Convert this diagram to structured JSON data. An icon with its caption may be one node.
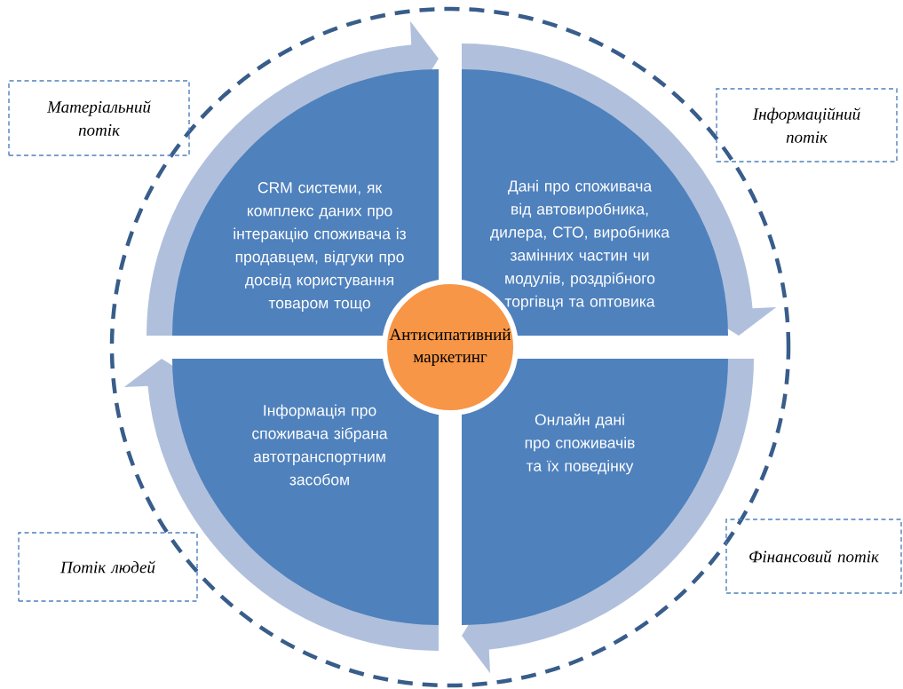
{
  "diagram": {
    "nodes": [
      {
        "text": [
          "Матеріальний потік"
        ]
      },
      {
        "text": [
          "Інформаційний потік"
        ]
      },
      {
        "text": [
          "CRM системи, як комплекс даних про інтеракцію споживача із продавцем, відгуки про досвід користування товаром тощо"
        ]
      },
      {
        "text": [
          "Дані про споживача від автовиробника, дилера, СТО, виробника замінних частин чи модулів, роздрібного торгівця та оптовика"
        ]
      },
      {
        "text": [
          "Антисипативний маркетинг"
        ]
      },
      {
        "text": [
          "Інформація про споживача зібрана автотранспортним засобом"
        ]
      },
      {
        "text": [
          "Онлайн дані про споживачів та їх поведінку"
        ]
      },
      {
        "text": [
          "Потік людей"
        ]
      },
      {
        "text": [
          "Фінансовий потік"
        ]
      }
    ]
  }
}
